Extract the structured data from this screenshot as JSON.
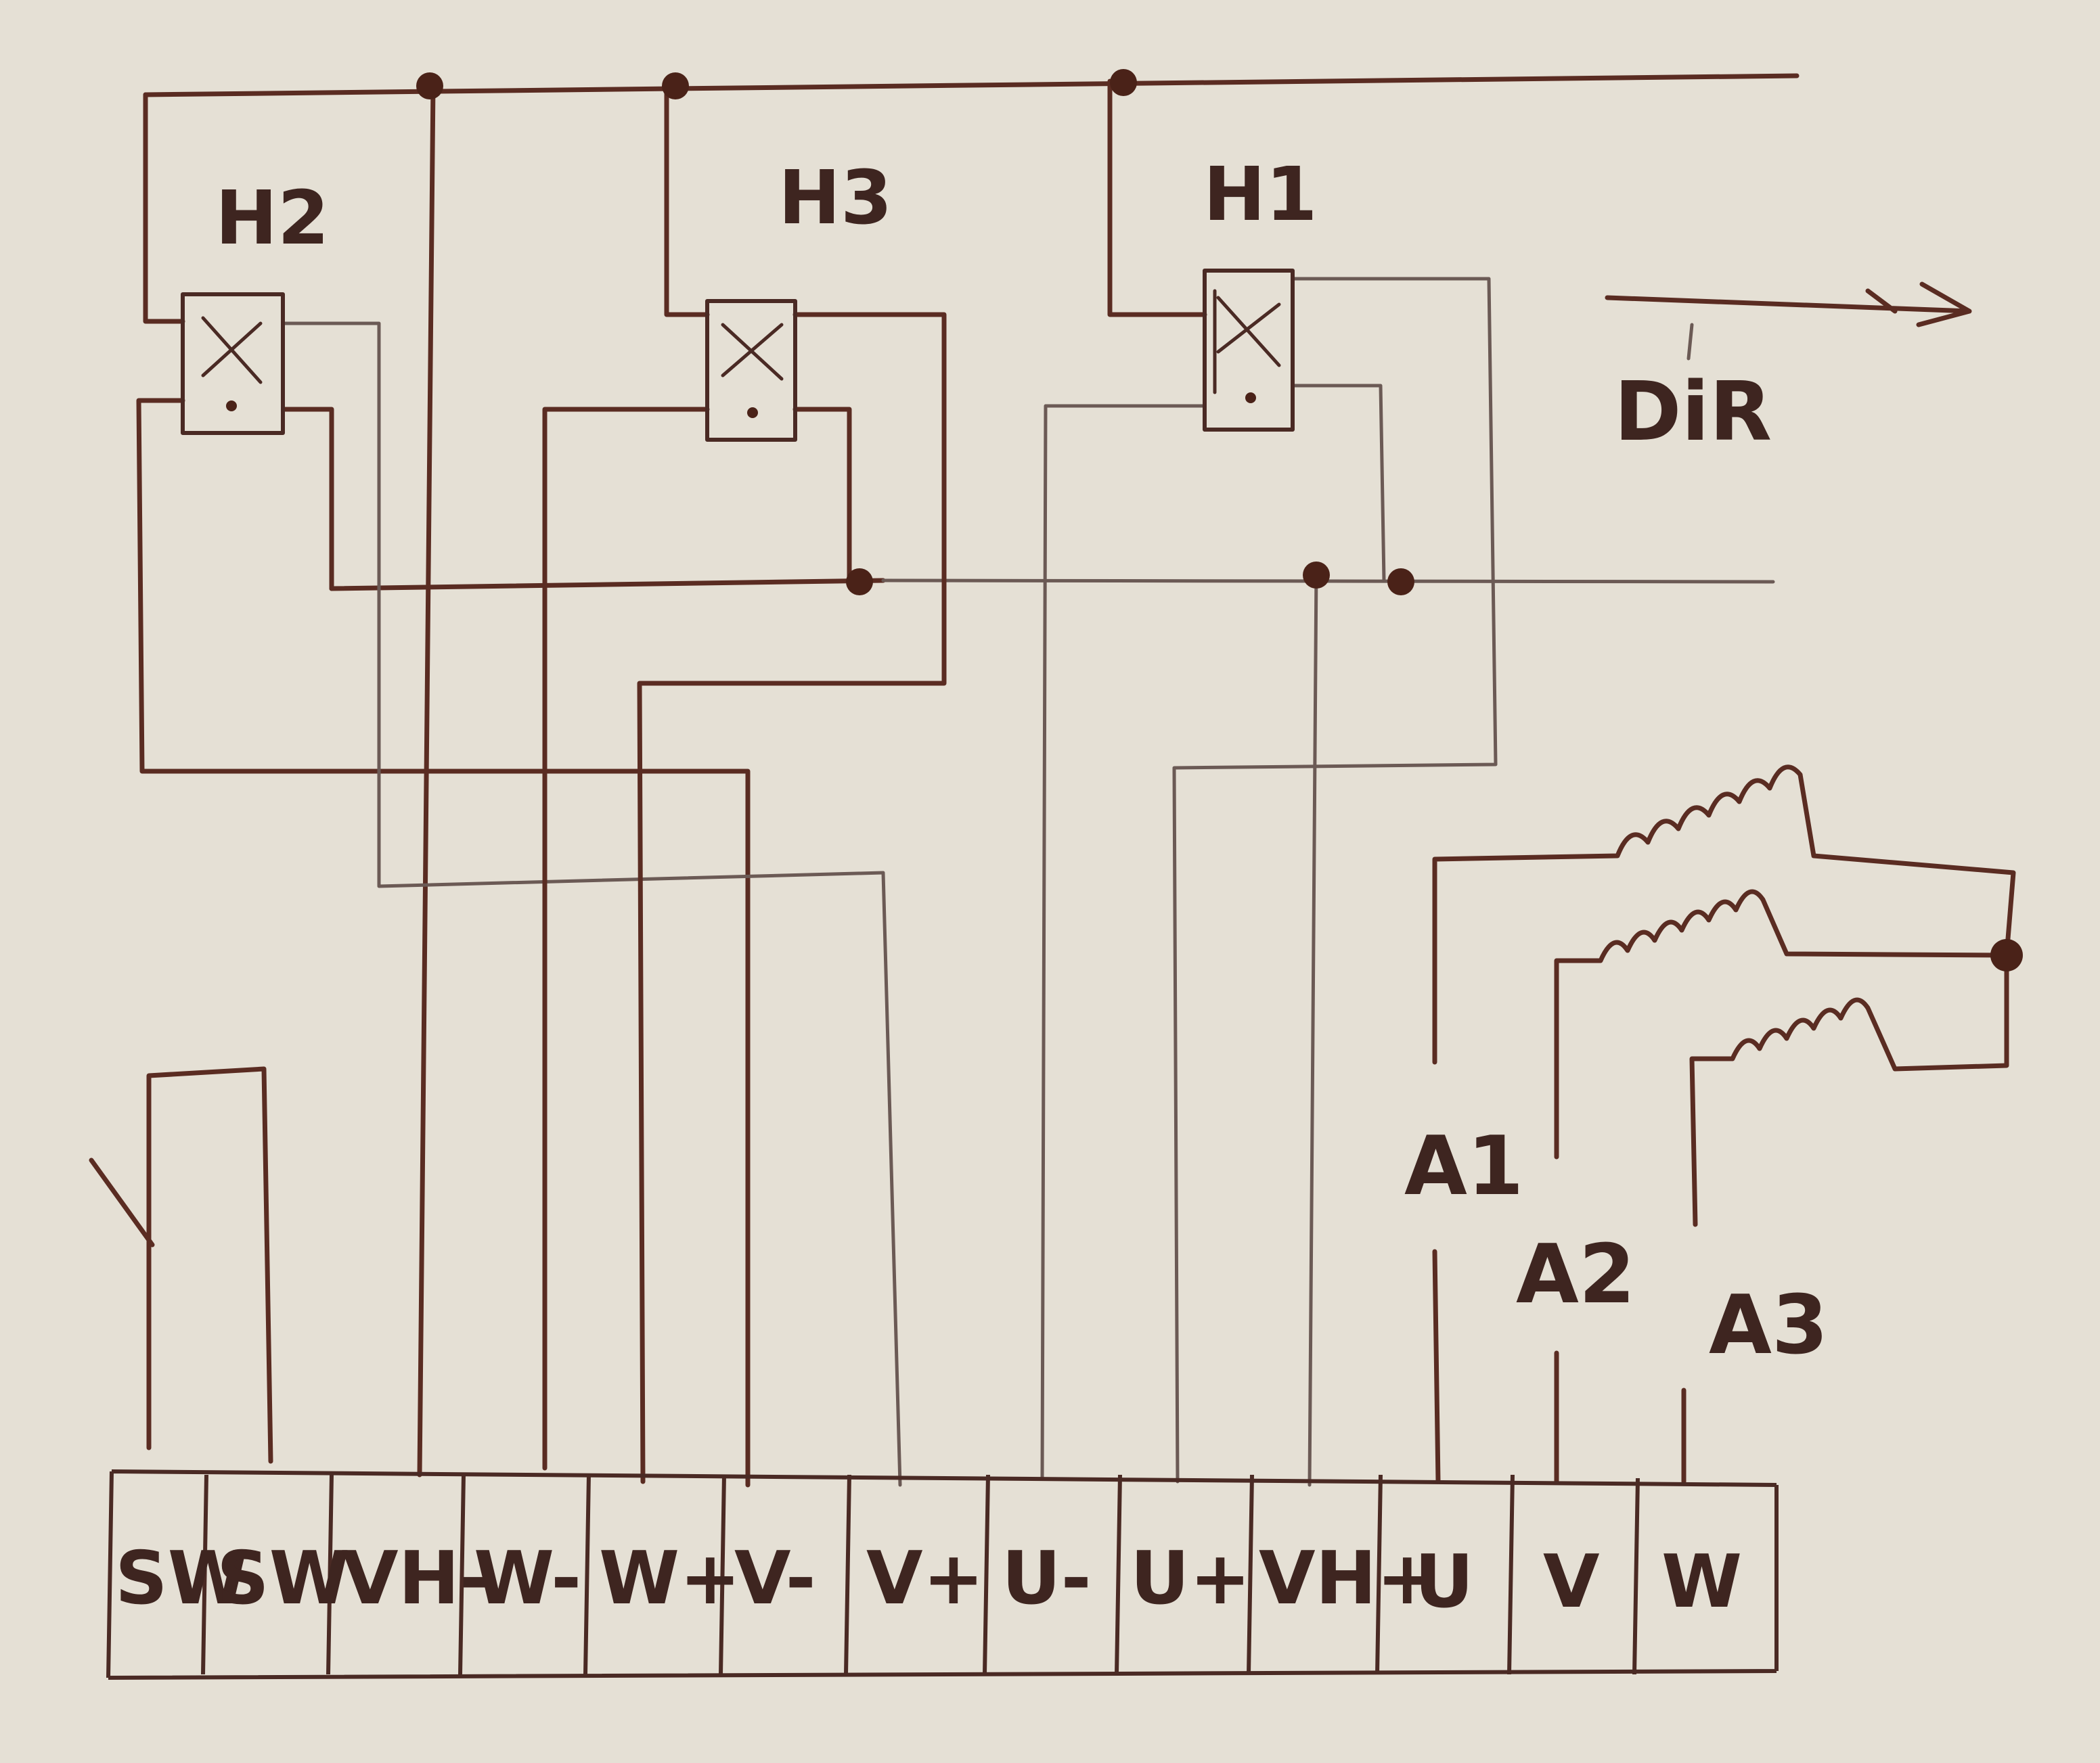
{
  "sensors": [
    {
      "id": "H2",
      "label": "H2"
    },
    {
      "id": "H3",
      "label": "H3"
    },
    {
      "id": "H1",
      "label": "H1"
    }
  ],
  "direction": {
    "label": "DiR",
    "arrow": "right-arrow"
  },
  "terminals": [
    {
      "id": "sw1",
      "label": "SW"
    },
    {
      "id": "sw2",
      "label": "SW"
    },
    {
      "id": "vhminus",
      "label": "VH-"
    },
    {
      "id": "wminus",
      "label": "W-"
    },
    {
      "id": "wplus",
      "label": "W+"
    },
    {
      "id": "vminus",
      "label": "V-"
    },
    {
      "id": "vplus",
      "label": "V+"
    },
    {
      "id": "uminus",
      "label": "U-"
    },
    {
      "id": "uplus",
      "label": "U+"
    },
    {
      "id": "vhplus",
      "label": "VH+"
    },
    {
      "id": "u",
      "label": "U"
    },
    {
      "id": "v",
      "label": "V"
    },
    {
      "id": "w",
      "label": "W"
    }
  ],
  "coils": [
    {
      "id": "a1",
      "label": "A1"
    },
    {
      "id": "a2",
      "label": "A2"
    },
    {
      "id": "a3",
      "label": "A3"
    }
  ],
  "colors": {
    "ink": "#5a2c22",
    "paper": "#e5e0d5"
  }
}
